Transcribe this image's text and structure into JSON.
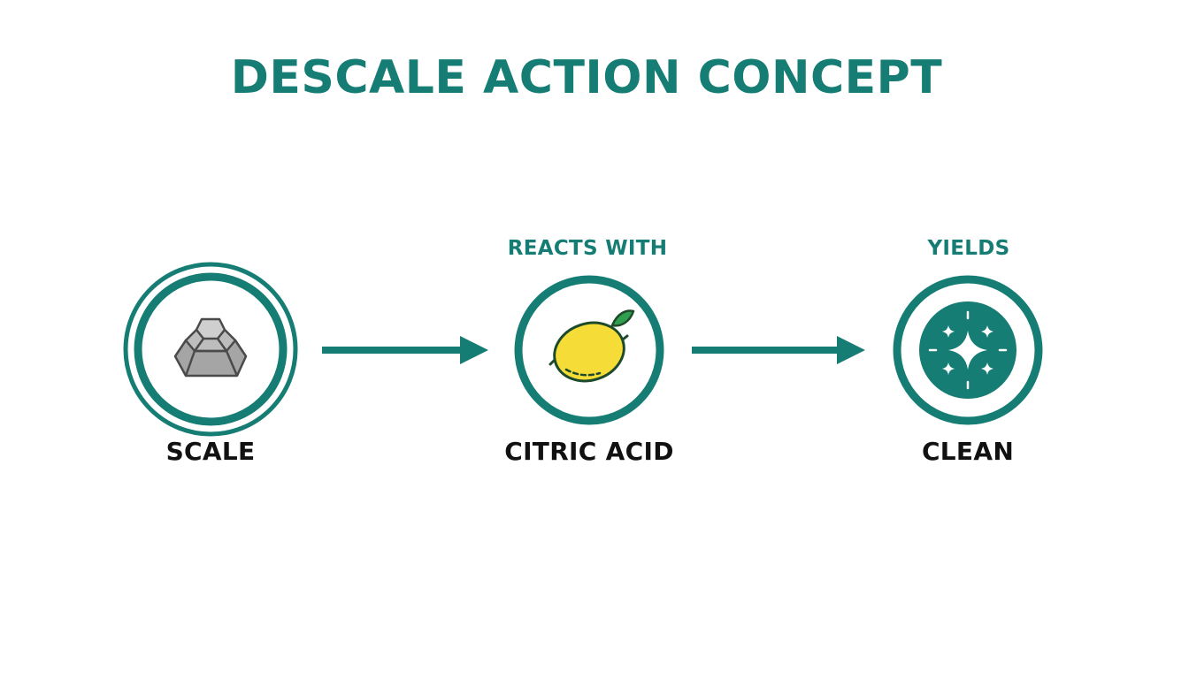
{
  "title": "DESCALE ACTION CONCEPT",
  "colors": {
    "accent": "#157d74",
    "text_dark": "#111111",
    "stone_fill": "#9a9a9a",
    "stone_stroke": "#4a4a4a",
    "lemon_fill": "#f5dc36",
    "lemon_stroke": "#1c4a2a",
    "leaf_fill": "#2f9e4f"
  },
  "steps": [
    {
      "label": "SCALE",
      "icon": "stone-icon"
    },
    {
      "label": "CITRIC ACID",
      "icon": "lemon-icon",
      "above": "REACTS WITH"
    },
    {
      "label": "CLEAN",
      "icon": "sparkle-icon",
      "above": "YIELDS"
    }
  ]
}
